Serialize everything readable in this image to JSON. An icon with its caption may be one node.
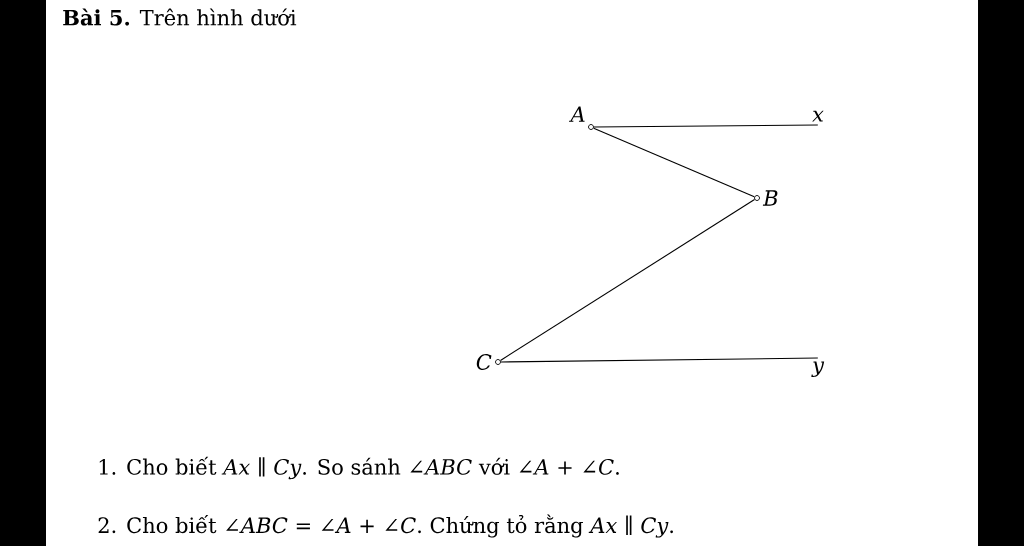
{
  "diagram": {
    "title": "**Bài 5.** Trên hình dưới",
    "nodes": [
      {
        "text": [
          "A"
        ]
      },
      {
        "text": [
          "x"
        ]
      },
      {
        "text": [
          "B"
        ]
      },
      {
        "text": [
          "C"
        ]
      },
      {
        "text": [
          "y"
        ]
      }
    ],
    "edges": [
      {
        "from": 0,
        "to": 1,
        "arrow": "none"
      },
      {
        "from": 0,
        "to": 2,
        "arrow": "none"
      },
      {
        "from": 2,
        "to": 3,
        "arrow": "none"
      },
      {
        "from": 3,
        "to": 4,
        "arrow": "none"
      }
    ],
    "labels": [
      "1. Cho biết *Ax* ∥ *Cy*. So sánh ∠*ABC* với ∠*A* + ∠*C*.",
      "2. Cho biết ∠*ABC* = ∠*A* + ∠*C*. Chứng tỏ rằng *Ax* ∥ *Cy*."
    ]
  }
}
